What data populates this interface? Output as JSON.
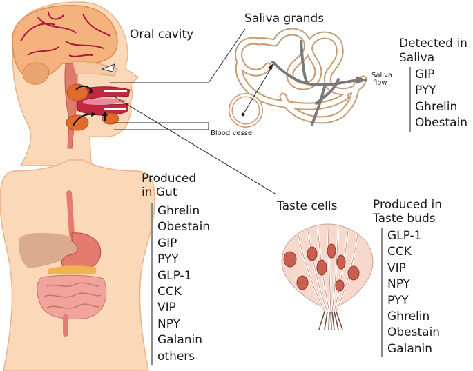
{
  "labels": {
    "oral_cavity": "Oral cavity",
    "saliva_glands": "Saliva grands",
    "detected_line1": "Detected in",
    "detected_line2": "Saliva",
    "saliva_flow_line1": "Saliva",
    "saliva_flow_line2": "flow",
    "blood_vessel": "Blood vessel",
    "produced_gut_line1": "Produced",
    "produced_gut_line2": "in Gut",
    "taste_cells": "Taste cells",
    "produced_taste_line1": "Produced in",
    "produced_taste_line2": "Taste buds"
  },
  "lists": {
    "saliva": [
      "GIP",
      "PYY",
      "Ghrelin",
      "Obestain"
    ],
    "gut": [
      "Ghrelin",
      "Obestain",
      "GIP",
      "PYY",
      "GLP-1",
      "CCK",
      "VIP",
      "NPY",
      "Galanin",
      "others"
    ],
    "taste_buds": [
      "GLP-1",
      "CCK",
      "VIP",
      "NPY",
      "PYY",
      "Ghrelin",
      "Obestain",
      "Galanin"
    ]
  },
  "colors": {
    "skin": "#fbd9b8",
    "skin_outline": "#e8b48e",
    "brain": "#f3b27e",
    "brain_vessel": "#b3123c",
    "gland": "#e06b2a",
    "mouth": "#c2283f",
    "duct": "#c79a74",
    "list_bar": "#8c8c8c"
  }
}
